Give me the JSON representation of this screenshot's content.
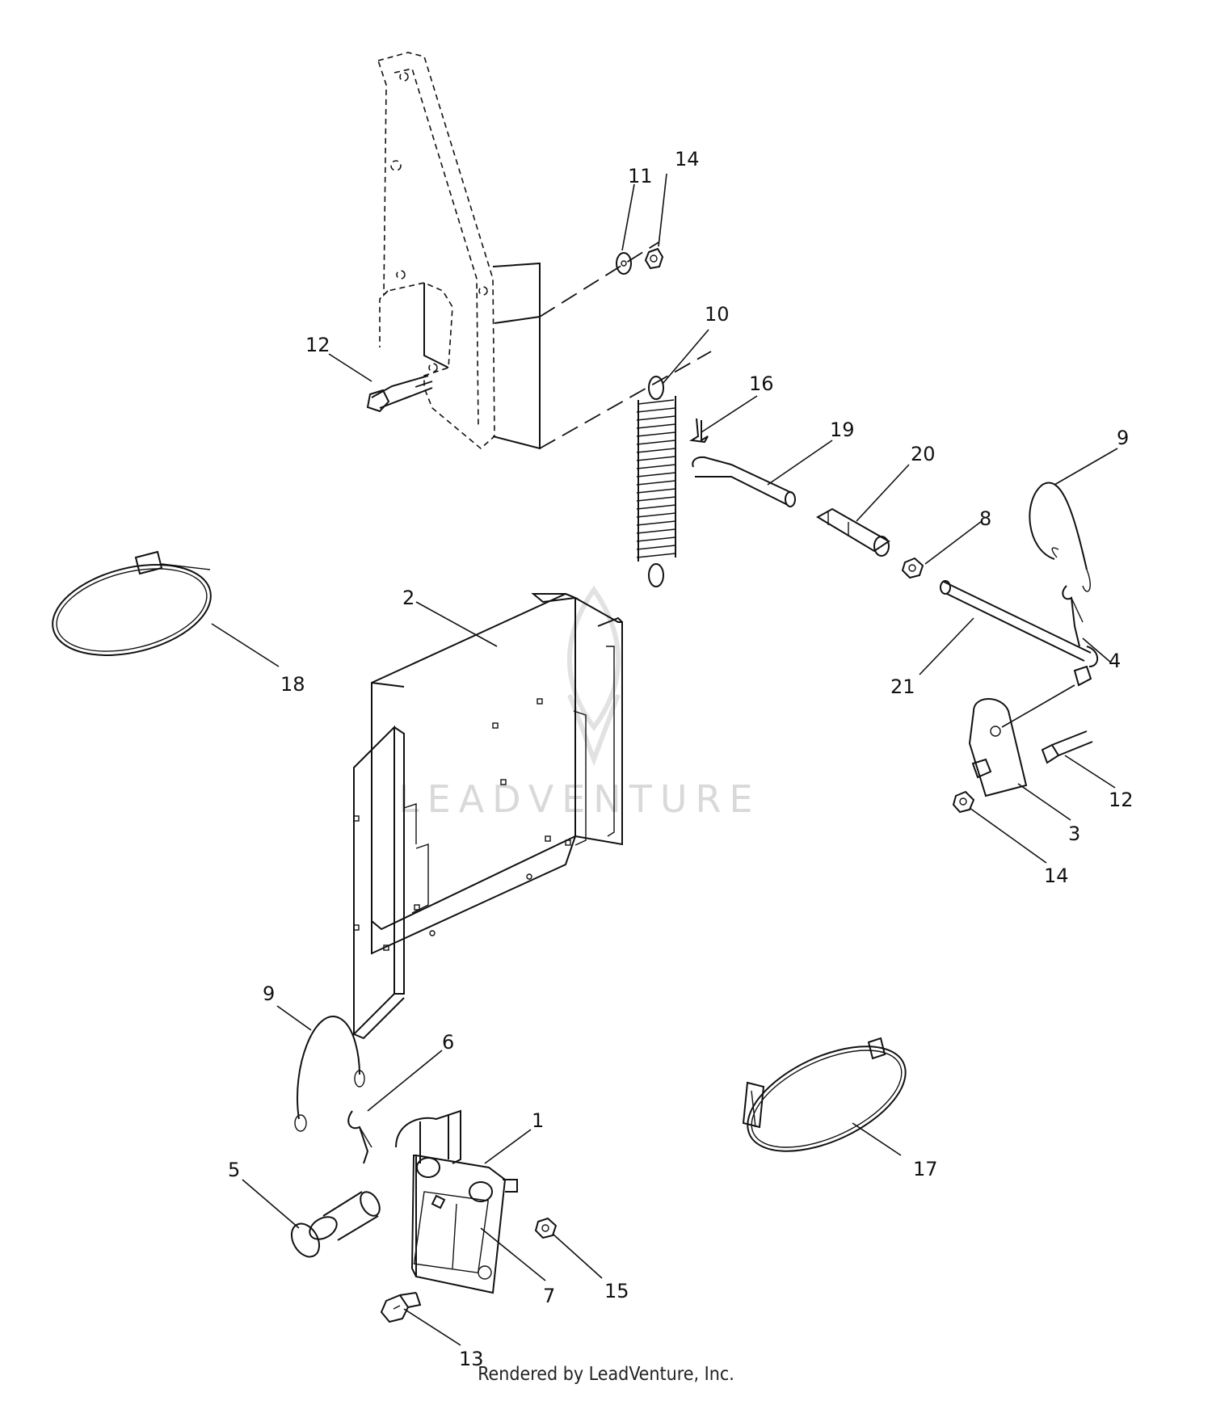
{
  "watermark": "LEADVENTURE",
  "footer": "Rendered by LeadVenture, Inc.",
  "callouts": {
    "c1": "1",
    "c2": "2",
    "c3": "3",
    "c4": "4",
    "c5": "5",
    "c6": "6",
    "c7": "7",
    "c8": "8",
    "c9a": "9",
    "c9b": "9",
    "c10": "10",
    "c11": "11",
    "c12a": "12",
    "c12b": "12",
    "c13": "13",
    "c14a": "14",
    "c14b": "14",
    "c15": "15",
    "c16": "16",
    "c17": "17",
    "c18": "18",
    "c19": "19",
    "c20": "20",
    "c21": "21"
  }
}
